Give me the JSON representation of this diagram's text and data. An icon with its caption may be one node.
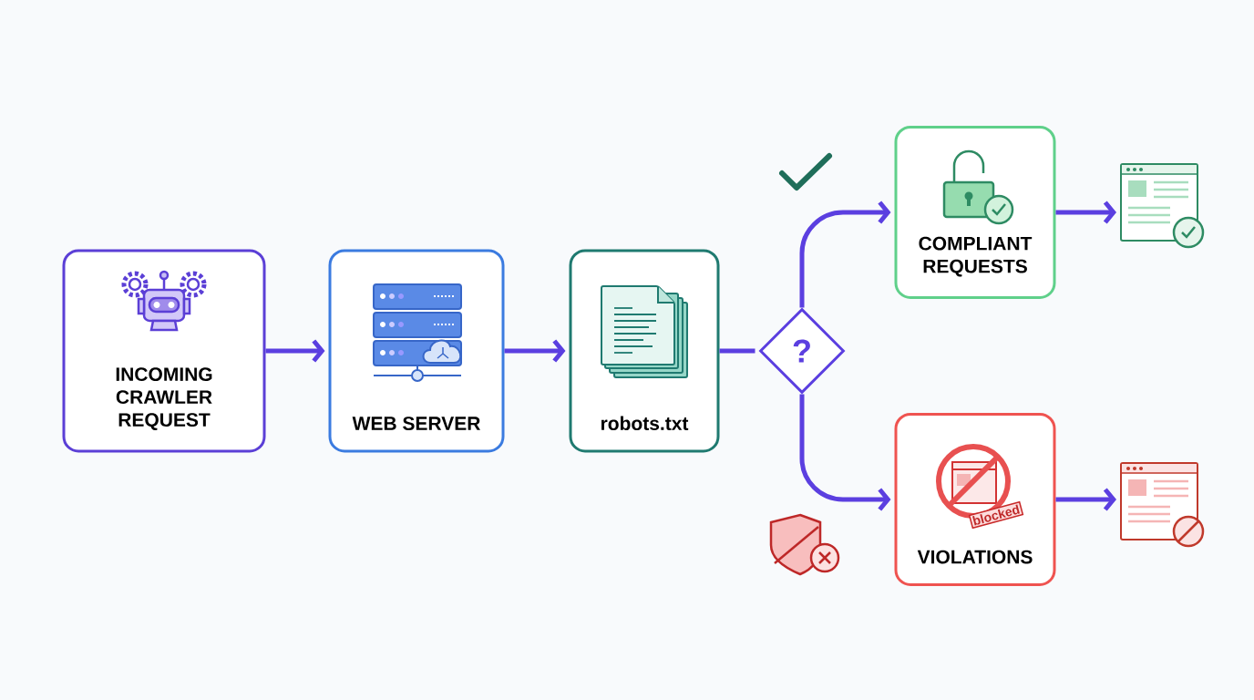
{
  "diagram": {
    "nodes": [
      {
        "text": [
          "INCOMING CRAWLER REQUEST"
        ]
      },
      {
        "text": [
          "WEB SERVER"
        ]
      },
      {
        "text": [
          "robots.txt"
        ]
      },
      {
        "text": [
          "?"
        ]
      },
      {
        "text": [
          "COMPLIANT REQUESTS"
        ]
      },
      {
        "text": [
          "VIOLATIONS"
        ]
      },
      {
        "text": [],
        "shape": "window"
      },
      {
        "text": [],
        "shape": "window"
      }
    ],
    "edges": [
      {
        "from": 0,
        "to": 1,
        "arrow": "to"
      },
      {
        "from": 1,
        "to": 2,
        "arrow": "to"
      },
      {
        "from": 2,
        "to": 3,
        "arrow": "none"
      },
      {
        "from": 3,
        "to": 4,
        "arrow": "to"
      },
      {
        "from": 3,
        "to": 5,
        "arrow": "to"
      },
      {
        "from": 4,
        "to": 6,
        "arrow": "to"
      },
      {
        "from": 5,
        "to": 7,
        "arrow": "to"
      }
    ],
    "labels": [
      "blocked"
    ]
  }
}
